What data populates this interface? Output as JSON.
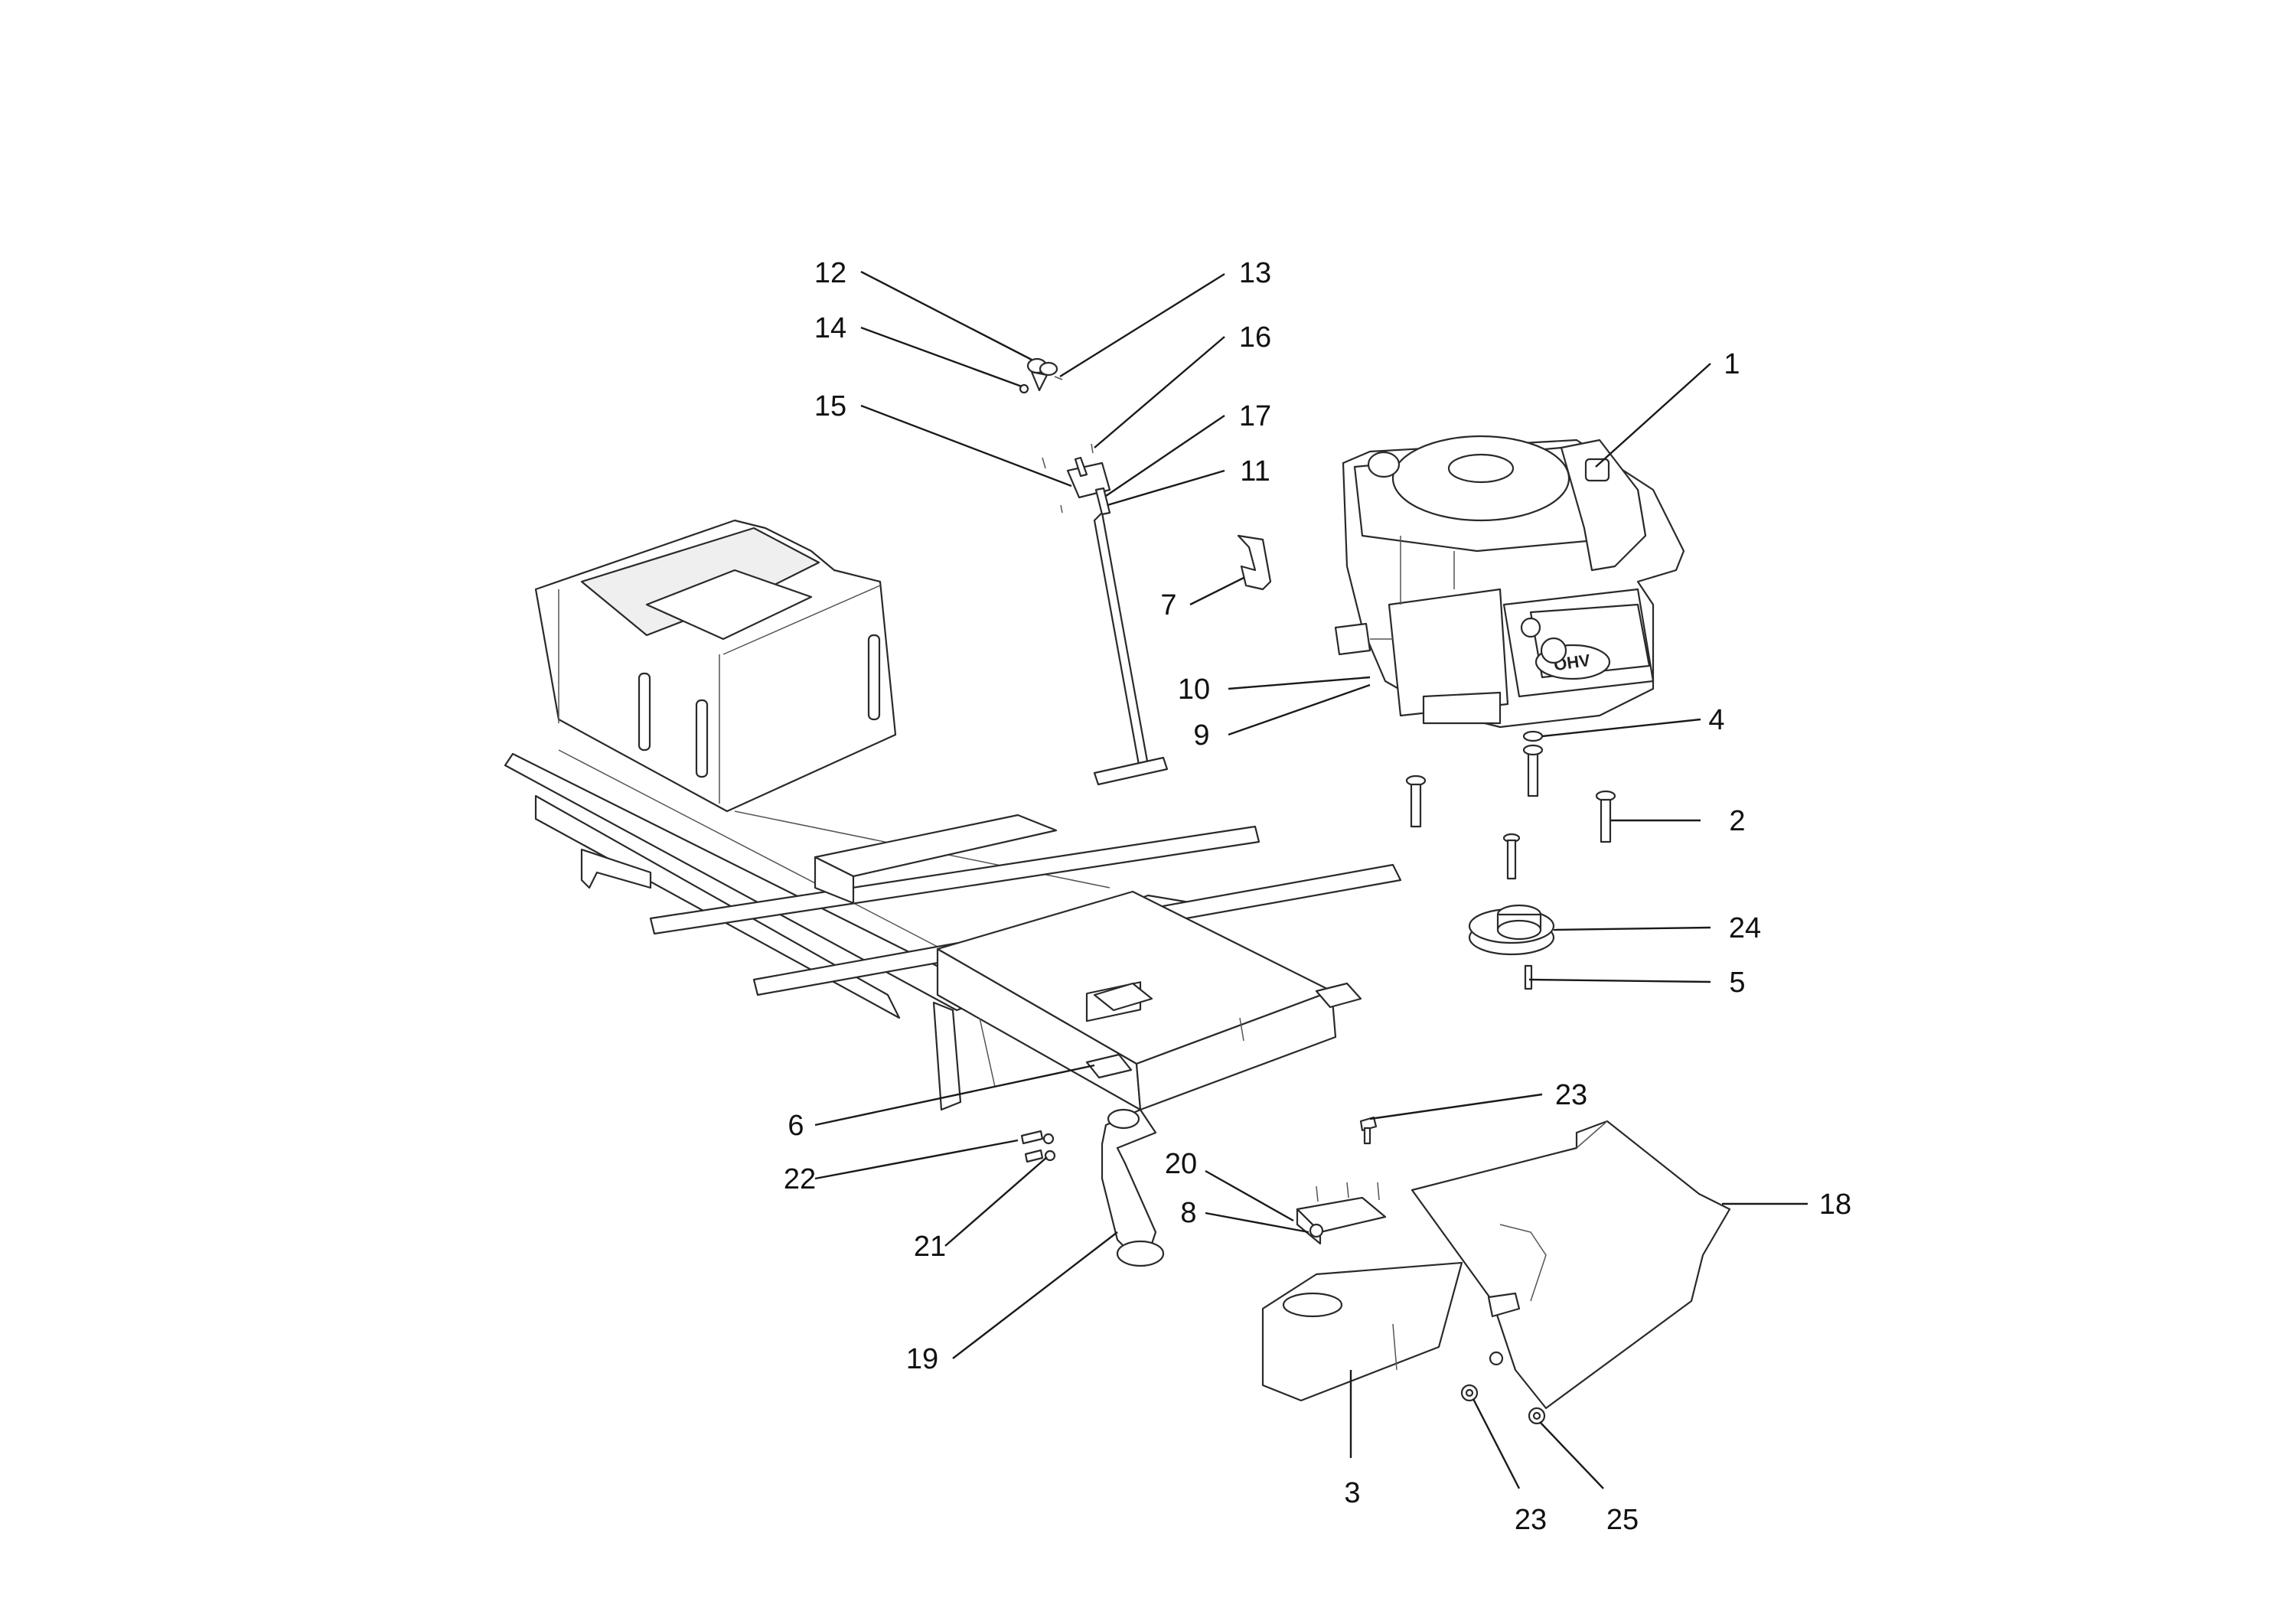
{
  "diagram": {
    "callouts": [
      {
        "id": "c1",
        "label": "1"
      },
      {
        "id": "c2",
        "label": "2"
      },
      {
        "id": "c3",
        "label": "3"
      },
      {
        "id": "c4",
        "label": "4"
      },
      {
        "id": "c5",
        "label": "5"
      },
      {
        "id": "c6",
        "label": "6"
      },
      {
        "id": "c7",
        "label": "7"
      },
      {
        "id": "c8",
        "label": "8"
      },
      {
        "id": "c9",
        "label": "9"
      },
      {
        "id": "c10",
        "label": "10"
      },
      {
        "id": "c11",
        "label": "11"
      },
      {
        "id": "c12",
        "label": "12"
      },
      {
        "id": "c13",
        "label": "13"
      },
      {
        "id": "c14",
        "label": "14"
      },
      {
        "id": "c15",
        "label": "15"
      },
      {
        "id": "c16",
        "label": "16"
      },
      {
        "id": "c17",
        "label": "17"
      },
      {
        "id": "c18",
        "label": "18"
      },
      {
        "id": "c19",
        "label": "19"
      },
      {
        "id": "c20",
        "label": "20"
      },
      {
        "id": "c21",
        "label": "21"
      },
      {
        "id": "c22",
        "label": "22"
      },
      {
        "id": "c23a",
        "label": "23"
      },
      {
        "id": "c23b",
        "label": "23"
      },
      {
        "id": "c24",
        "label": "24"
      },
      {
        "id": "c25",
        "label": "25"
      }
    ],
    "engine_logo_text": "OHV"
  }
}
